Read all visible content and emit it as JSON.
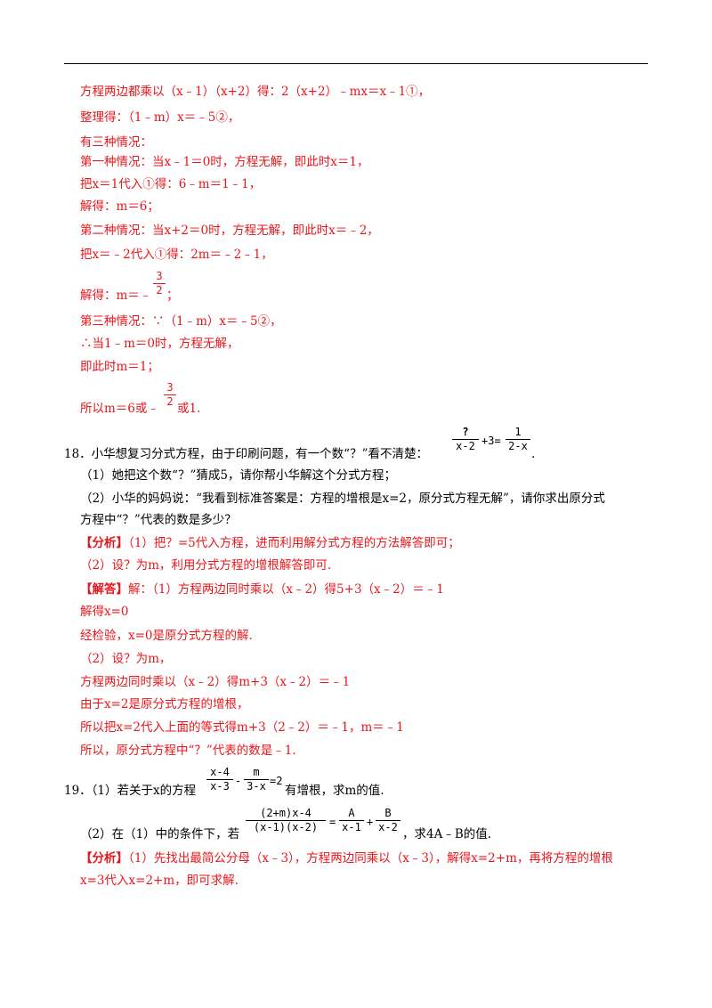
{
  "solution17": {
    "l1": "方程两边都乘以（x﹣1）（x+2）得：2（x+2）﹣mx＝x﹣1①，",
    "l2": "整理得：（1﹣m）x＝﹣5②，",
    "l3": "有三种情况：",
    "l4": "第一种情况：当x﹣1＝0时，方程无解，即此时x＝1，",
    "l5": "把x＝1代入①得：6﹣m＝1﹣1，",
    "l6": "解得：m＝6；",
    "l7": "第二种情况：当x+2＝0时，方程无解，即此时x＝﹣2，",
    "l8": "把x＝﹣2代入①得：2m＝﹣2﹣1，",
    "l9_pre": "解得：m＝﹣",
    "l9_num": "3",
    "l9_den": "2",
    "l9_post": "；",
    "l10": "第三种情况：∵（1﹣m）x＝﹣5②，",
    "l11": "∴当1﹣m＝0时，方程无解，",
    "l12": "即此时m＝1；",
    "l13_pre": "所以m＝6或﹣",
    "l13_num": "3",
    "l13_den": "2",
    "l13_post": "或1."
  },
  "problem18": {
    "stem": "18．小华想复习分式方程，由于印刷问题，有一个数“？”看不清楚：",
    "eq_num1": "?",
    "eq_den1": "x-2",
    "eq_mid": "+3=",
    "eq_num2": "1",
    "eq_den2": "2-x",
    "eq_end": ".",
    "q1": "（1）她把这个数“？”猜成5，请你帮小华解这个分式方程；",
    "q2a": "（2）小华的妈妈说：“我看到标准答案是：方程的增根是x=2，原分式方程无解”，请你求出原分式",
    "q2b": "方程中“？”代表的数是多少？",
    "analysis_tag": "【分析】",
    "analysis1": "（1）把？=5代入方程，进而利用解分式方程的方法解答即可；",
    "analysis2": "（2）设？为m，利用分式方程的增根解答即可.",
    "answer_tag": "【解答】",
    "answer1": "解：（1）方程两边同时乘以（x﹣2）得5+3（x﹣2）＝﹣1",
    "answer2": "解得x=0",
    "answer3": "经检验，x=0是原分式方程的解.",
    "answer4": "（2）设？为m，",
    "answer5": "方程两边同时乘以（x﹣2）得m+3（x﹣2）＝﹣1",
    "answer6": "由于x=2是原分式方程的增根，",
    "answer7": "所以把x=2代入上面的等式得m+3（2﹣2）＝﹣1，m＝﹣1",
    "answer8": "所以，原分式方程中“？”代表的数是﹣1."
  },
  "problem19": {
    "stem_pre": "19．（1）若关于x的方程",
    "f1_num": "x-4",
    "f1_den": "x-3",
    "minus": "-",
    "f2_num": "m",
    "f2_den": "3-x",
    "eq2": "=2",
    "stem_post": "有增根，求m的值.",
    "q2_pre": "（2）在（1）中的条件下，若",
    "f3_num": "(2+m)x-4",
    "f3_den": "(x-1)(x-2)",
    "eq": "=",
    "f4_num": "A",
    "f4_den": "x-1",
    "plus": "+",
    "f5_num": "B",
    "f5_den": "x-2",
    "q2_post": "，求4A﹣B的值.",
    "analysis_tag": "【分析】",
    "analysis1": "（1）先找出最简公分母（x﹣3），方程两边同乘以（x﹣3），解得x=2+m，再将方程的增根",
    "analysis2": "x=3代入x=2+m，即可求解."
  }
}
